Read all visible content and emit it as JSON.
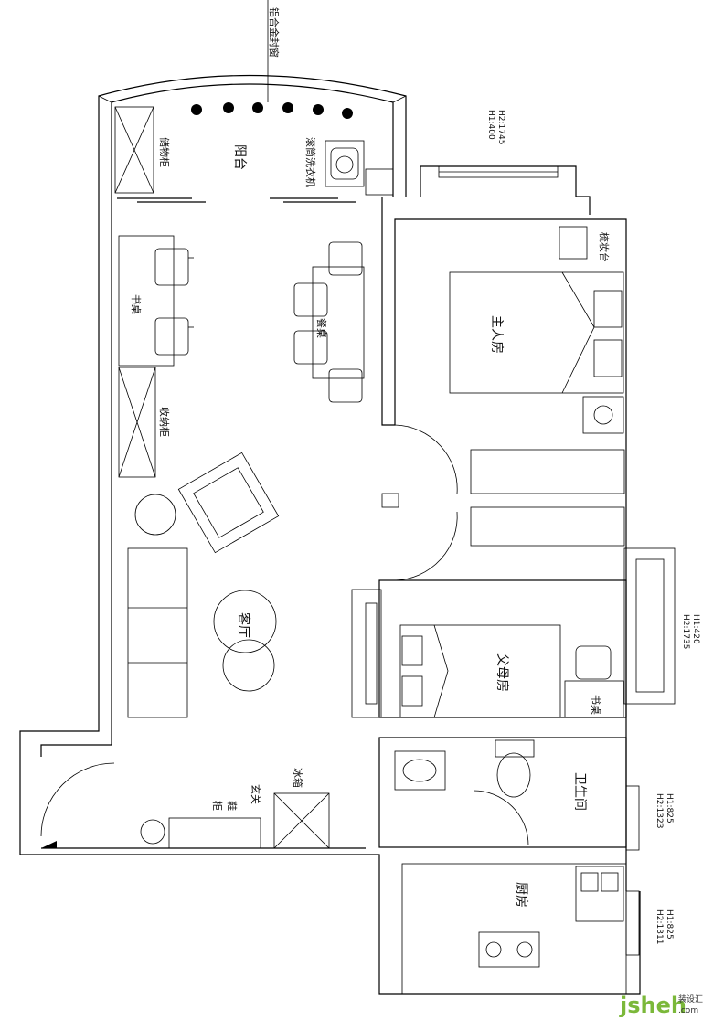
{
  "rooms": {
    "balcony": "阳台",
    "master_bedroom": "主人房",
    "parents_room": "父母房",
    "living_room": "客厅",
    "bathroom": "卫生间",
    "kitchen": "厨房",
    "entry": "玄关"
  },
  "furniture": {
    "aluminum_window": "铝合金封窗",
    "storage_cabinet": "储物柜",
    "washing_machine": "滚筒洗衣机",
    "desk": "书桌",
    "dining_table": "餐桌",
    "receiving_cabinet": "收纳柜",
    "vanity": "梳妆台",
    "desk2": "书桌",
    "fridge": "冰箱",
    "shoe_cabinet_1": "鞋",
    "shoe_cabinet_2": "柜"
  },
  "window_dims": {
    "balcony_h1": "H1:400",
    "balcony_h2": "H2:1745",
    "parents_h1": "H1:420",
    "parents_h2": "H2:1735",
    "bath_h1": "H1:825",
    "bath_h2": "H2:1323",
    "kitchen_h1": "H1:825",
    "kitchen_h2": "H2:1311"
  },
  "watermark": {
    "brand": "jsheh",
    "suffix": ".com",
    "cn": "装设汇"
  }
}
